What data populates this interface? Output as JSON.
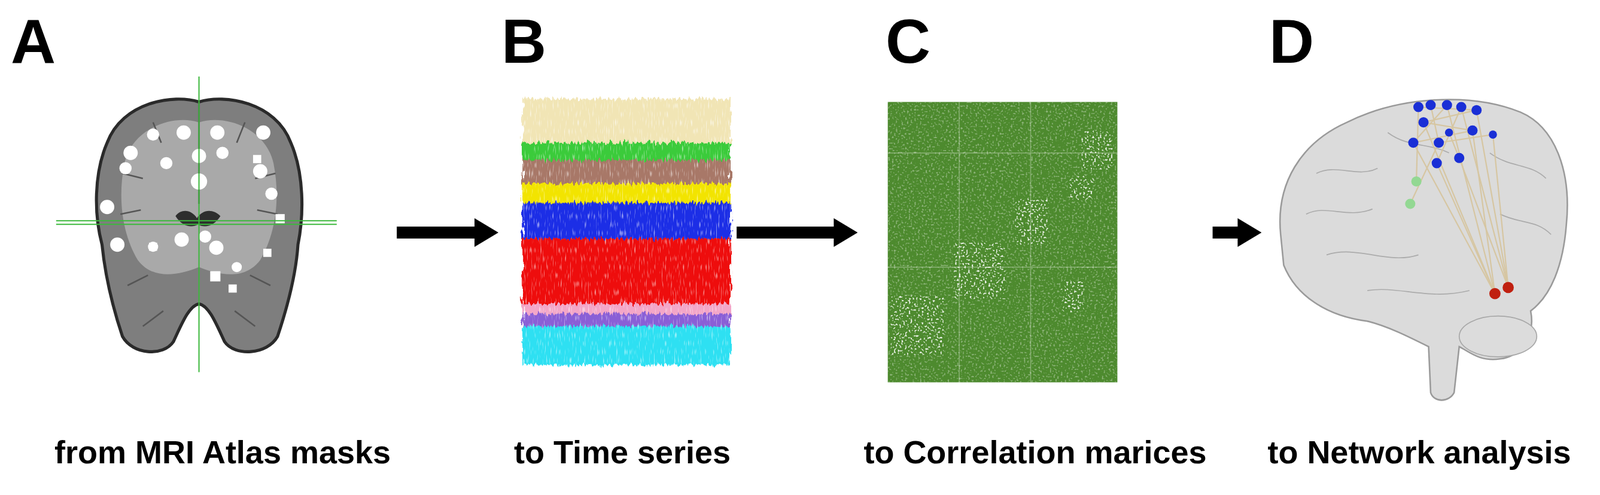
{
  "diagram": {
    "nodes": [
      {
        "text": [
          "A",
          "from MRI Atlas masks"
        ]
      },
      {
        "text": [
          "B",
          "to Time series"
        ]
      },
      {
        "text": [
          "C",
          "to Correlation marices"
        ]
      },
      {
        "text": [
          "D",
          "to Network analysis"
        ]
      }
    ],
    "edges": [
      {
        "from": 0,
        "to": 1,
        "arrow": "to"
      },
      {
        "from": 1,
        "to": 2,
        "arrow": "to"
      },
      {
        "from": 2,
        "to": 3,
        "arrow": "to"
      }
    ]
  }
}
